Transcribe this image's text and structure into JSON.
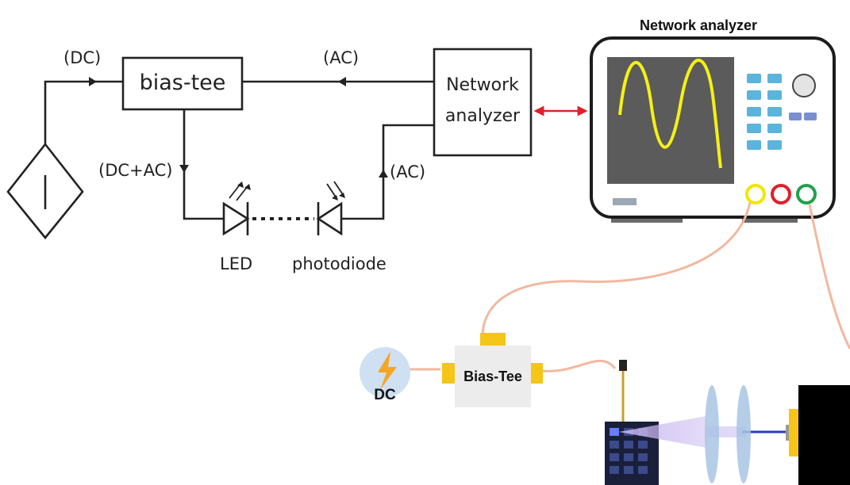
{
  "schematic": {
    "labels": {
      "dc_top": "(DC)",
      "ac_top": "(AC)",
      "dc_ac": "(DC+AC)",
      "ac_right": "(AC)",
      "led": "LED",
      "photodiode": "photodiode"
    },
    "bias_tee_box": "bias-tee",
    "network_analyzer_box": {
      "line1": "Network",
      "line2": "analyzer"
    }
  },
  "instrument": {
    "title": "Network analyzer"
  },
  "setup": {
    "bias_tee_label": "Bias-Tee",
    "dc_source_label": "DC"
  },
  "colors": {
    "line": "#222222",
    "bidir_arrow": "#e0202a",
    "screen": "#5b5b5b",
    "sine_wave": "#f5f016",
    "keypad": "#5ab4dc",
    "port_yellow": "#f2e600",
    "port_red": "#e0202a",
    "port_green": "#22a04a",
    "cable": "#f2b8a0",
    "connector": "#f5c518",
    "lens": "#a9c4e4",
    "beam": "#2a3cc0",
    "dc_circle": "#cfe0f2",
    "bolt": "#f5a623"
  }
}
